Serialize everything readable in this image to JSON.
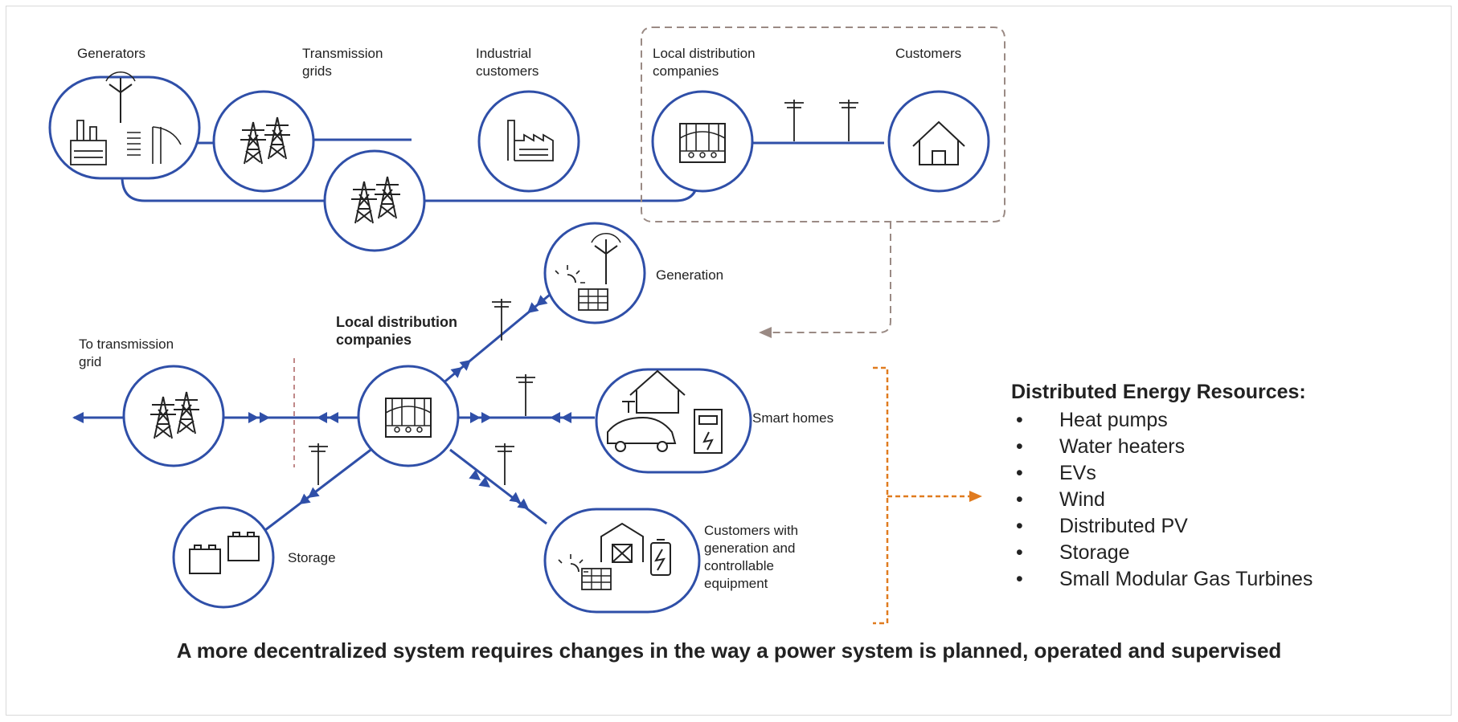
{
  "colors": {
    "line": "#2f4fa8",
    "accent": "#e07b1f",
    "dash_grey": "#9a8a84",
    "text": "#222222"
  },
  "labels": {
    "generators": "Generators",
    "transmission_grids": "Transmission\ngrids",
    "industrial_customers": "Industrial\ncustomers",
    "local_distribution_top": "Local distribution\ncompanies",
    "customers": "Customers",
    "generation": "Generation",
    "local_distribution_center": "Local distribution\ncompanies",
    "to_transmission_grid": "To transmission\ngrid",
    "smart_homes": "Smart homes",
    "storage": "Storage",
    "customers_with_generation": "Customers with\ngeneration and\ncontrollable\nequipment"
  },
  "der_panel": {
    "title": "Distributed Energy Resources:",
    "bullet": "•",
    "items": [
      "Heat pumps",
      "Water heaters",
      "EVs",
      "Wind",
      "Distributed PV",
      "Storage",
      "Small Modular Gas Turbines"
    ]
  },
  "footer": "A more decentralized system requires changes in the way a power system is planned, operated and supervised"
}
